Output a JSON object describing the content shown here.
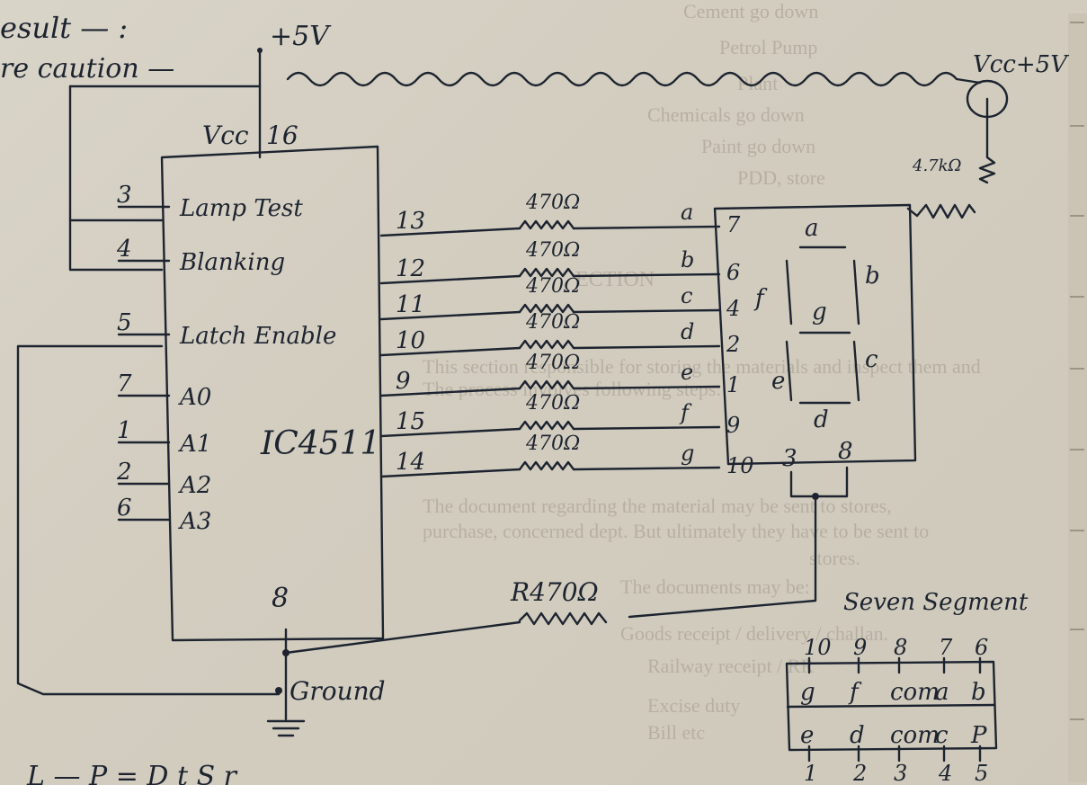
{
  "bleed_through": [
    "Cement go down",
    "Petrol Pump",
    "Chemicals go down",
    "Paint go down",
    "PDD, store",
    "ECTION",
    "Plant",
    "This section responsible for storing the materials and inspect them and",
    "The process involves following steps:",
    "The document regarding the material may be sent to stores,",
    "purchase, concerned dept. But ultimately they have to be sent to",
    "stores.",
    "The documents may be:",
    "Goods receipt / delivery / challan.",
    "Railway receipt / RR",
    "Excise duty",
    "Bill etc"
  ],
  "margin_notes": {
    "result": "esult — :",
    "precaution": "re caution —"
  },
  "supply": {
    "plus5v": "+5V",
    "vcc_right": "Vcc+5V",
    "vcc_pin": "Vcc",
    "vcc_pin_no": "16"
  },
  "ic": {
    "name": "IC4511",
    "gnd_pin": "8",
    "left_pins": [
      {
        "no": "3",
        "label": "Lamp Test"
      },
      {
        "no": "4",
        "label": "Blanking"
      },
      {
        "no": "5",
        "label": "Latch Enable"
      },
      {
        "no": "7",
        "label": "A0"
      },
      {
        "no": "1",
        "label": "A1"
      },
      {
        "no": "2",
        "label": "A2"
      },
      {
        "no": "6",
        "label": "A3"
      }
    ],
    "right_pins": [
      "13",
      "12",
      "11",
      "10",
      "9",
      "15",
      "14"
    ]
  },
  "resistors": [
    "470Ω",
    "470Ω",
    "470Ω",
    "470Ω",
    "470Ω",
    "470Ω",
    "470Ω"
  ],
  "display_pins": [
    {
      "seg": "a",
      "pin": "7"
    },
    {
      "seg": "b",
      "pin": "6"
    },
    {
      "seg": "c",
      "pin": "4"
    },
    {
      "seg": "d",
      "pin": "2"
    },
    {
      "seg": "e",
      "pin": "1"
    },
    {
      "seg": "f",
      "pin": "9"
    },
    {
      "seg": "g",
      "pin": "10"
    }
  ],
  "display_bottom_pins": [
    "3",
    "8"
  ],
  "display_segments": {
    "a": "a",
    "b": "b",
    "c": "c",
    "d": "d",
    "e": "e",
    "f": "f",
    "g": "g"
  },
  "series_resistor": "R470Ω",
  "ground_label": "Ground",
  "pot_label": "4.7kΩ",
  "legend": {
    "title": "Seven Segment",
    "top_pins": [
      "10",
      "9",
      "8",
      "7",
      "6"
    ],
    "top_labels": [
      "g",
      "f",
      "com",
      "a",
      "b"
    ],
    "bottom_labels": [
      "e",
      "d",
      "com",
      "c",
      "P"
    ],
    "bottom_pins": [
      "1",
      "2",
      "3",
      "4",
      "5"
    ]
  },
  "footer_fragment": "L — P = D  t   S   r"
}
